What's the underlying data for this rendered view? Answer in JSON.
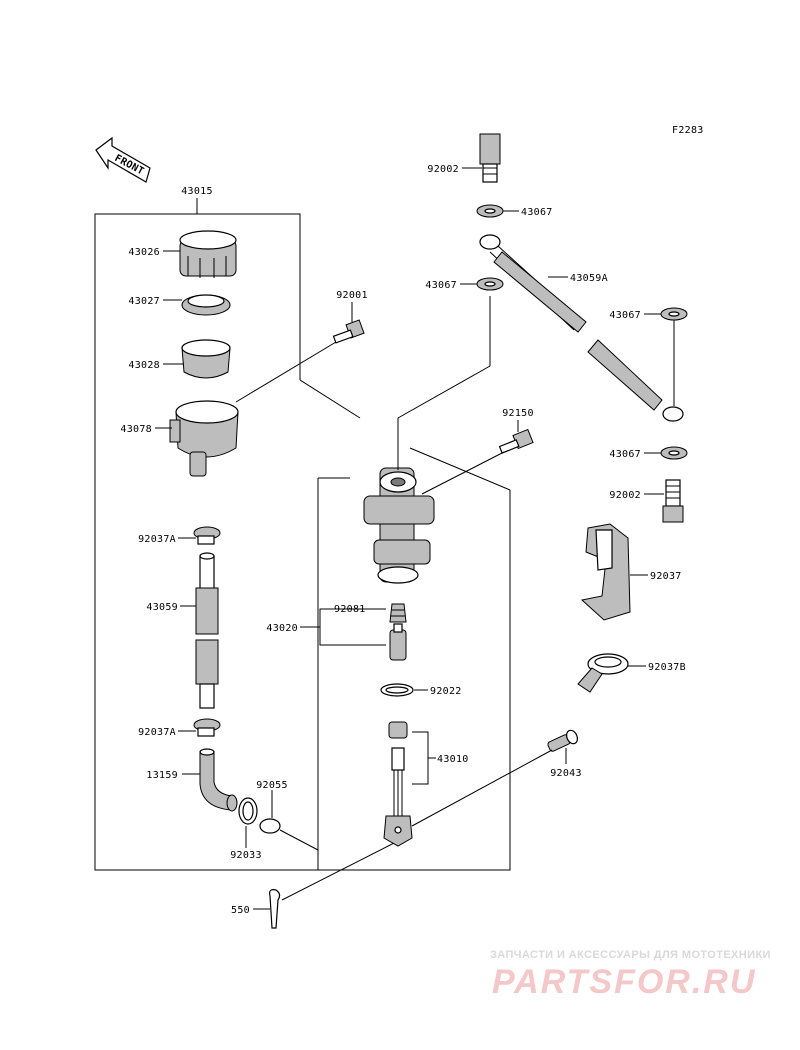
{
  "figure_code": "F2283",
  "front_label": "FRONT",
  "parts": {
    "p43015": "43015",
    "p43026": "43026",
    "p43027": "43027",
    "p43028": "43028",
    "p43078": "43078",
    "p92001": "92001",
    "p92037A_top": "92037A",
    "p43059": "43059",
    "p92037A_bot": "92037A",
    "p13159": "13159",
    "p92055": "92055",
    "p92033": "92033",
    "p550": "550",
    "p92002_top": "92002",
    "p43067_a": "43067",
    "p43067_b": "43067",
    "p43059A": "43059A",
    "p43067_c": "43067",
    "p43067_d": "43067",
    "p92002_bot": "92002",
    "p92150": "92150",
    "p92037": "92037",
    "p92037B": "92037B",
    "p43020": "43020",
    "p92081": "92081",
    "p92022": "92022",
    "p43010": "43010",
    "p92043": "92043"
  },
  "watermark": {
    "caption": "ЗАПЧАСТИ И АКСЕССУАРЫ ДЛЯ МОТОТЕХНИКИ",
    "logo": "PARTSFOR.RU"
  },
  "colors": {
    "ink": "#000000",
    "part_shade": "#bdbdbd",
    "watermark_text": "#d9d9d9",
    "watermark_logo": "#f4c7c9"
  }
}
